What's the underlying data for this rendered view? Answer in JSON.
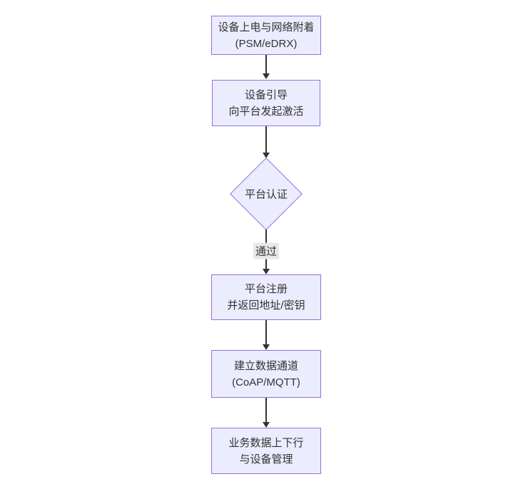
{
  "diagram": {
    "type": "flowchart",
    "direction": "top-down",
    "colors": {
      "node_fill": "#ECECFF",
      "node_border": "#9370DB",
      "edge_line": "#333333",
      "text": "#333333",
      "edge_label_bg": "#e8e8e8",
      "background": "#ffffff"
    },
    "nodes": [
      {
        "id": "power",
        "shape": "rect",
        "label": "设备上电与网络附着\n(PSM/eDRX)"
      },
      {
        "id": "boot",
        "shape": "rect",
        "label": "设备引导\n向平台发起激活"
      },
      {
        "id": "auth",
        "shape": "diamond",
        "label": "平台认证"
      },
      {
        "id": "register",
        "shape": "rect",
        "label": "平台注册\n并返回地址/密钥"
      },
      {
        "id": "channel",
        "shape": "rect",
        "label": "建立数据通道\n(CoAP/MQTT)"
      },
      {
        "id": "business",
        "shape": "rect",
        "label": "业务数据上下行\n与设备管理"
      }
    ],
    "edges": [
      {
        "from": "power",
        "to": "boot",
        "label": ""
      },
      {
        "from": "boot",
        "to": "auth",
        "label": ""
      },
      {
        "from": "auth",
        "to": "register",
        "label": "通过"
      },
      {
        "from": "register",
        "to": "channel",
        "label": ""
      },
      {
        "from": "channel",
        "to": "business",
        "label": ""
      }
    ]
  }
}
